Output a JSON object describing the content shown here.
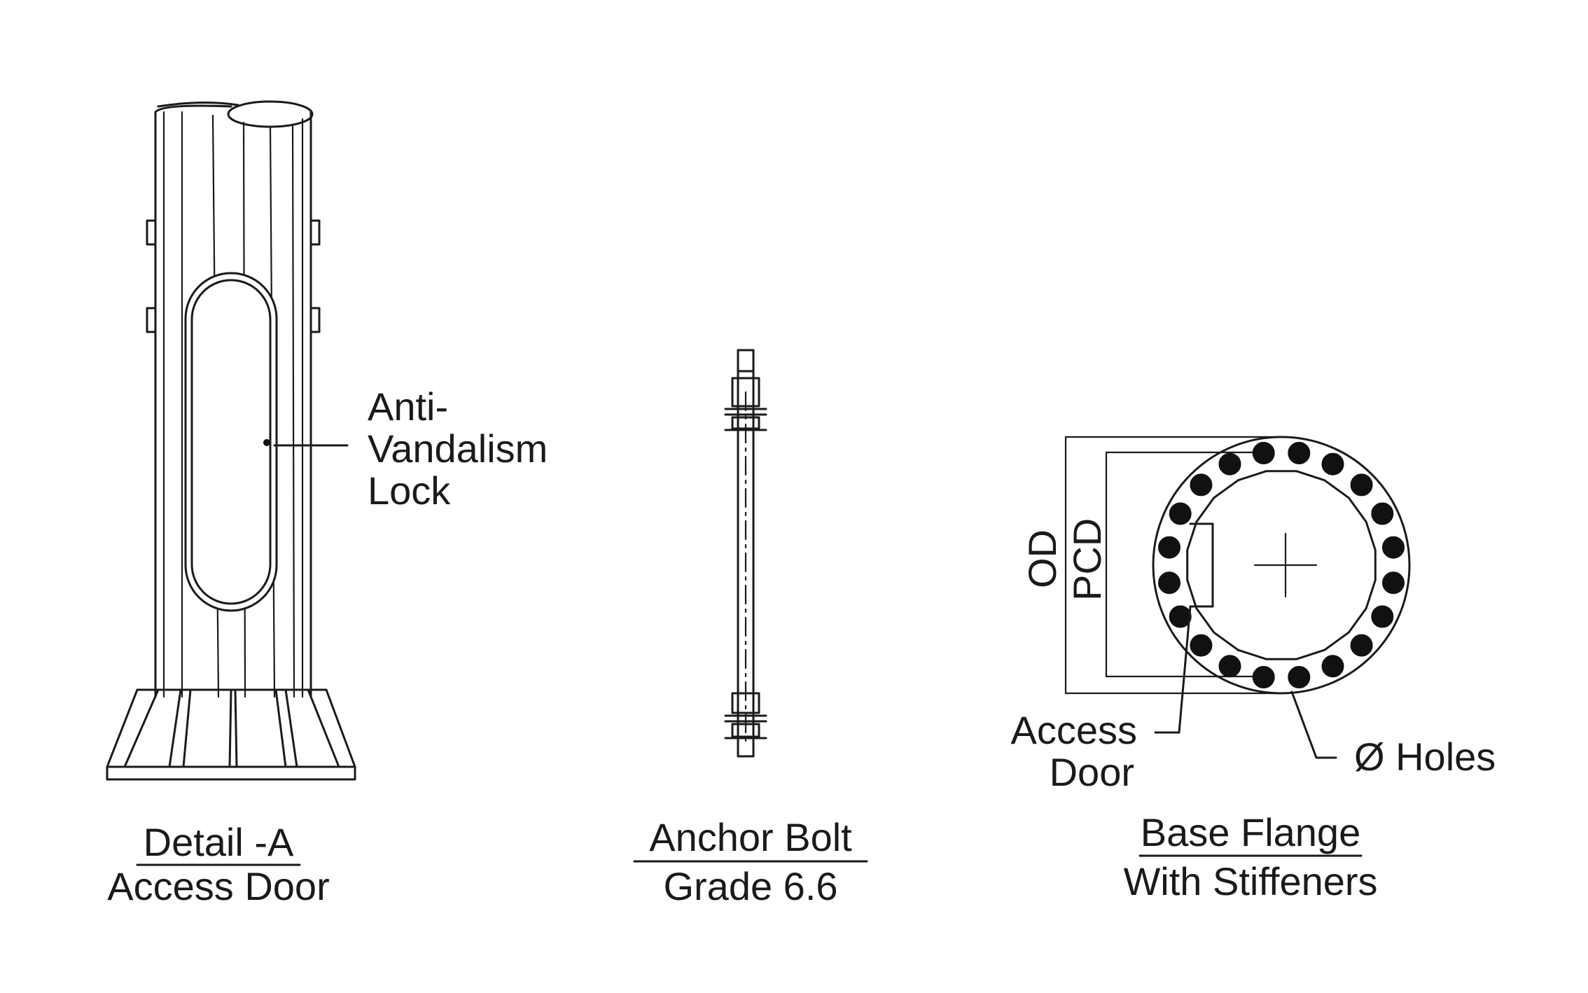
{
  "details": {
    "access_door": {
      "caption_line1": "Detail -A",
      "caption_line2": "Access Door",
      "lock_label_line1": "Anti-",
      "lock_label_line2": "Vandalism",
      "lock_label_line3": "Lock"
    },
    "anchor_bolt": {
      "caption_line1": "Anchor Bolt",
      "caption_line2": "Grade 6.6"
    },
    "base_flange": {
      "caption_line1": "Base Flange",
      "caption_line2": "With Stiffeners",
      "od_label": "OD",
      "pcd_label": "PCD",
      "access_door_line1": "Access",
      "access_door_line2": "Door",
      "holes_label": "Ø Holes",
      "hole_count": 20
    }
  },
  "colors": {
    "line": "#1a1a1a",
    "background": "#ffffff"
  }
}
